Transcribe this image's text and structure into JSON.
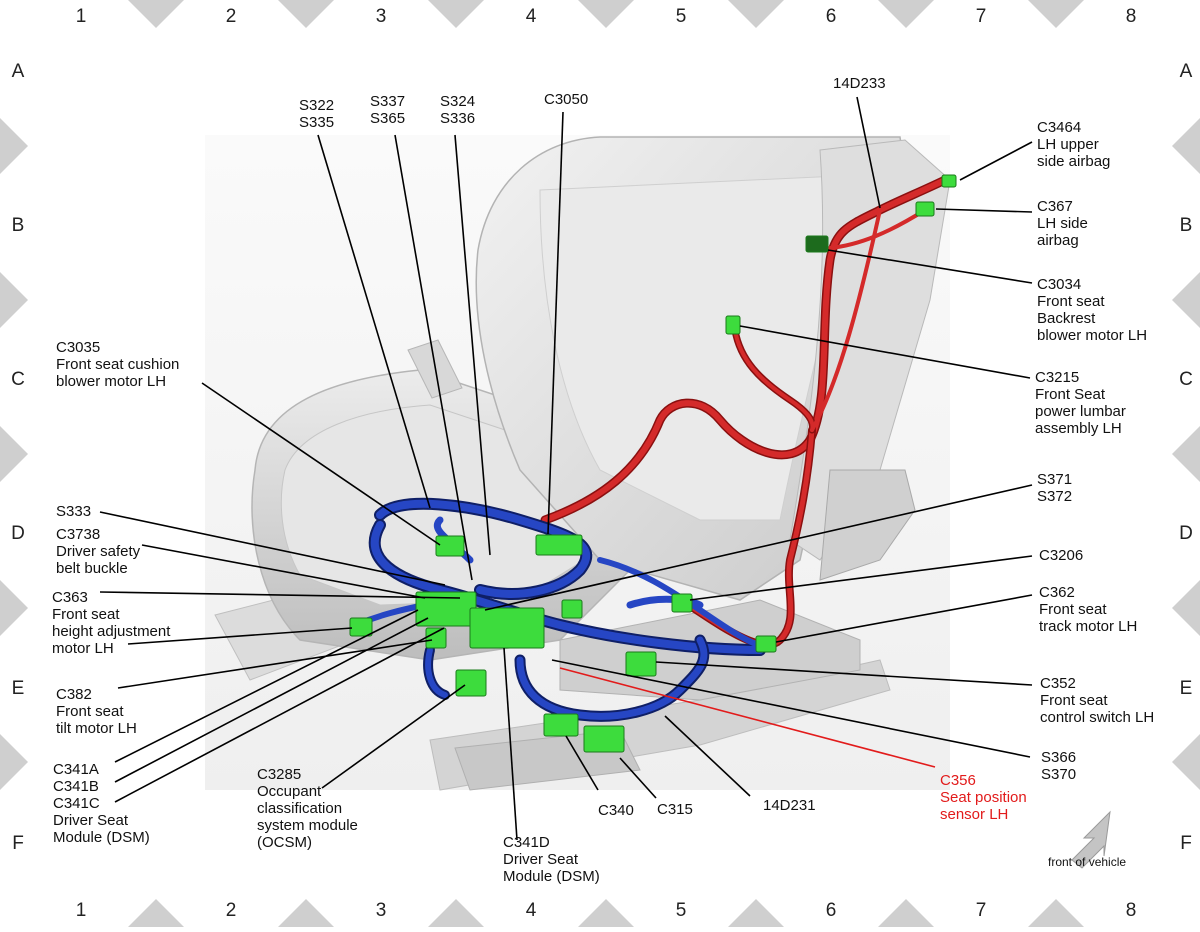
{
  "grid": {
    "columns": [
      "1",
      "2",
      "3",
      "4",
      "5",
      "6",
      "7",
      "8"
    ],
    "rows": [
      "A",
      "B",
      "C",
      "D",
      "E",
      "F"
    ]
  },
  "labels": [
    {
      "id": "s322-s335",
      "lines": [
        "S322",
        "S335"
      ]
    },
    {
      "id": "s337-s365",
      "lines": [
        "S337",
        "S365"
      ]
    },
    {
      "id": "s324-s336",
      "lines": [
        "S324",
        "S336"
      ]
    },
    {
      "id": "c3050",
      "lines": [
        "C3050"
      ]
    },
    {
      "id": "14d233",
      "lines": [
        "14D233"
      ]
    },
    {
      "id": "c3464",
      "lines": [
        "C3464",
        "LH upper",
        "side airbag"
      ]
    },
    {
      "id": "c367",
      "lines": [
        "C367",
        "LH side",
        "airbag"
      ]
    },
    {
      "id": "c3034",
      "lines": [
        "C3034",
        "Front seat",
        "Backrest",
        "blower motor LH"
      ]
    },
    {
      "id": "c3215",
      "lines": [
        "C3215",
        "Front Seat",
        "power lumbar",
        "assembly LH"
      ]
    },
    {
      "id": "c3035",
      "lines": [
        "C3035",
        "Front seat cushion",
        "blower motor LH"
      ]
    },
    {
      "id": "s371-s372",
      "lines": [
        "S371",
        "S372"
      ]
    },
    {
      "id": "s333",
      "lines": [
        "S333"
      ]
    },
    {
      "id": "c3738",
      "lines": [
        "C3738",
        "Driver safety",
        "belt buckle"
      ]
    },
    {
      "id": "c3206",
      "lines": [
        "C3206"
      ]
    },
    {
      "id": "c363",
      "lines": [
        "C363",
        "Front seat",
        "height adjustment",
        "motor LH"
      ]
    },
    {
      "id": "c362",
      "lines": [
        "C362",
        "Front seat",
        "track motor LH"
      ]
    },
    {
      "id": "c382",
      "lines": [
        "C382",
        "Front seat",
        "tilt motor LH"
      ]
    },
    {
      "id": "c352",
      "lines": [
        "C352",
        "Front seat",
        "control switch LH"
      ]
    },
    {
      "id": "s366-s370",
      "lines": [
        "S366",
        "S370"
      ]
    },
    {
      "id": "c341abc",
      "lines": [
        "C341A",
        "C341B",
        "C341C",
        "Driver Seat",
        "Module (DSM)"
      ]
    },
    {
      "id": "c3285",
      "lines": [
        "C3285",
        "Occupant",
        "classification",
        "system module",
        "(OCSM)"
      ]
    },
    {
      "id": "c341d",
      "lines": [
        "C341D",
        "Driver Seat",
        "Module (DSM)"
      ]
    },
    {
      "id": "c340",
      "lines": [
        "C340"
      ]
    },
    {
      "id": "c315",
      "lines": [
        "C315"
      ]
    },
    {
      "id": "14d231",
      "lines": [
        "14D231"
      ]
    },
    {
      "id": "c356",
      "lines": [
        "C356",
        "Seat position",
        "sensor LH"
      ],
      "highlight": true
    }
  ],
  "front_note": "front of vehicle",
  "colors": {
    "harness_blue": "#1e3aa8",
    "harness_red": "#d42a2a",
    "connector_green": "#3ddc3d",
    "highlight_red": "#e21b1b",
    "seat_gray": "#d9d9d9"
  }
}
